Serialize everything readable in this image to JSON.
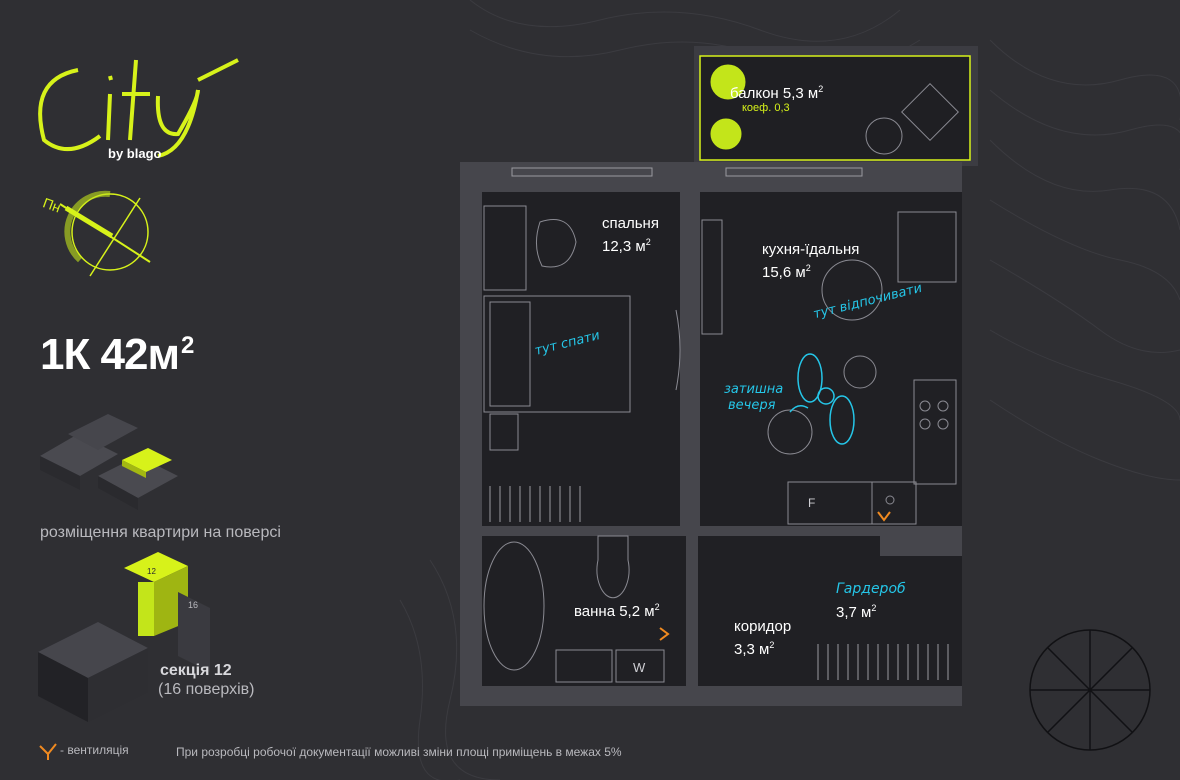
{
  "brand": {
    "name": "City",
    "by": "by blago"
  },
  "compass": {
    "label": "Пн"
  },
  "apartment": {
    "title": "1К 42м",
    "sup": "2"
  },
  "floor_caption": "розміщення квартири на поверсі",
  "section": {
    "title": "секція 12",
    "subtitle": "(16 поверхів)",
    "badge_12": "12",
    "badge_16": "16"
  },
  "legend": {
    "ventilation": "- вентиляція"
  },
  "disclaimer": "При розробці робочої документації можливі зміни площі приміщень в межах 5%",
  "rooms": {
    "balcony": {
      "name": "балкон 5,3 м",
      "sup": "2",
      "coef": "коеф. 0,3"
    },
    "bedroom": {
      "name": "спальня",
      "area": "12,3 м",
      "sup": "2"
    },
    "kitchen": {
      "name": "кухня-їдальня",
      "area": "15,6 м",
      "sup": "2"
    },
    "bathroom": {
      "name": "ванна 5,2 м",
      "sup": "2"
    },
    "corridor": {
      "name": "коридор",
      "area": "3,3 м",
      "sup": "2"
    },
    "wardrobe": {
      "name": "Гардероб",
      "area": "3,7 м",
      "sup": "2"
    }
  },
  "annotations": {
    "sleep": "тут спати",
    "relax": "тут відпочивати",
    "dinner_1": "затишна",
    "dinner_2": "вечеря"
  },
  "appliances": {
    "fridge": "F",
    "washer": "W"
  },
  "colors": {
    "accent": "#d7f21a",
    "cyan": "#25c6e8",
    "background": "#2f2f33",
    "wall": "#4a4a50",
    "floor": "#222226"
  }
}
